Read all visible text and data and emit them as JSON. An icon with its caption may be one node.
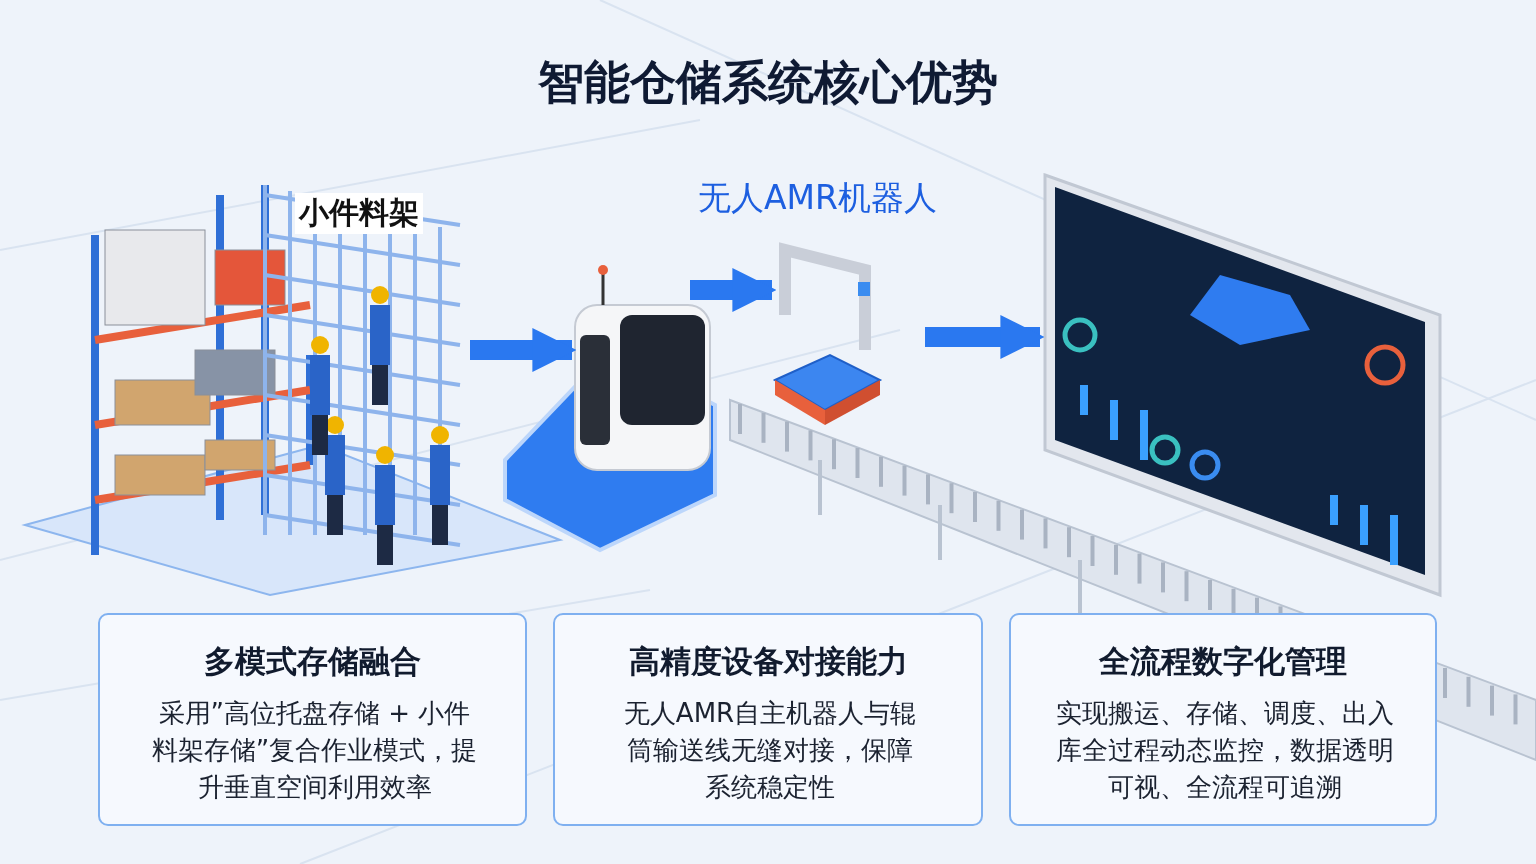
{
  "diagram": {
    "title": "智能仓储系统核心优势",
    "nodes": [
      {
        "text": [
          "小件料架"
        ]
      },
      {
        "text": [],
        "shape": "picture"
      },
      {
        "text": [],
        "shape": "picture"
      },
      {
        "text": [],
        "shape": "picture"
      },
      {
        "text": [
          "多模式存储融合",
          "采用”高位托盘存储 + 小件料架存储”复合作业模式，提升垂直空间利用效率"
        ]
      },
      {
        "text": [
          "高精度设备对接能力",
          "无人AMR自主机器人与辊筒输送线无缝对接，保障系统稳定性"
        ]
      },
      {
        "text": [
          "全流程数字化管理",
          "实现搬运、存储、调度、出入库全过程动态监控，数据透明可视、全流程可追溯"
        ]
      }
    ],
    "edges": [
      {
        "from": 0,
        "to": 1,
        "arrow": "to"
      },
      {
        "from": 1,
        "to": 2,
        "arrow": "to"
      },
      {
        "from": 2,
        "to": 3,
        "arrow": "to"
      }
    ],
    "labels": [
      "无人AMR机器人"
    ]
  }
}
